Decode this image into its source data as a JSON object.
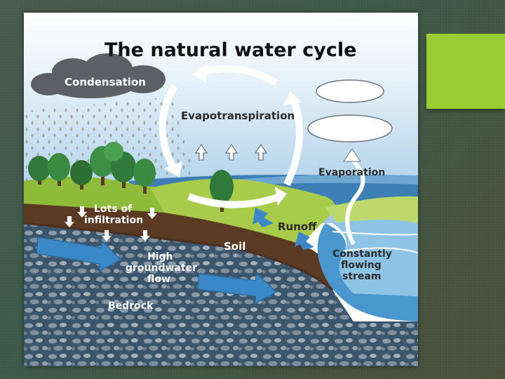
{
  "diagram": {
    "title": "The natural water cycle",
    "labels": {
      "condensation": "Condensation",
      "evapotranspiration": "Evapotranspiration",
      "evaporation": "Evaporation",
      "infiltration_1": "Lots of",
      "infiltration_2": "infiltration",
      "runoff": "Runoff",
      "soil": "Soil",
      "groundwater_1": "High",
      "groundwater_2": "groundwater",
      "groundwater_3": "flow",
      "stream_1": "Constantly",
      "stream_2": "flowing",
      "stream_3": "stream",
      "bedrock": "Bedrock"
    }
  },
  "colors": {
    "accent": "#9acd32",
    "sky": "#a9cfe8",
    "grass": "#a6c94a",
    "soil": "#5a3a22",
    "water": "#4a97d0",
    "bedrock": "#3d5a74",
    "arrow_blue": "#3a88c8"
  }
}
